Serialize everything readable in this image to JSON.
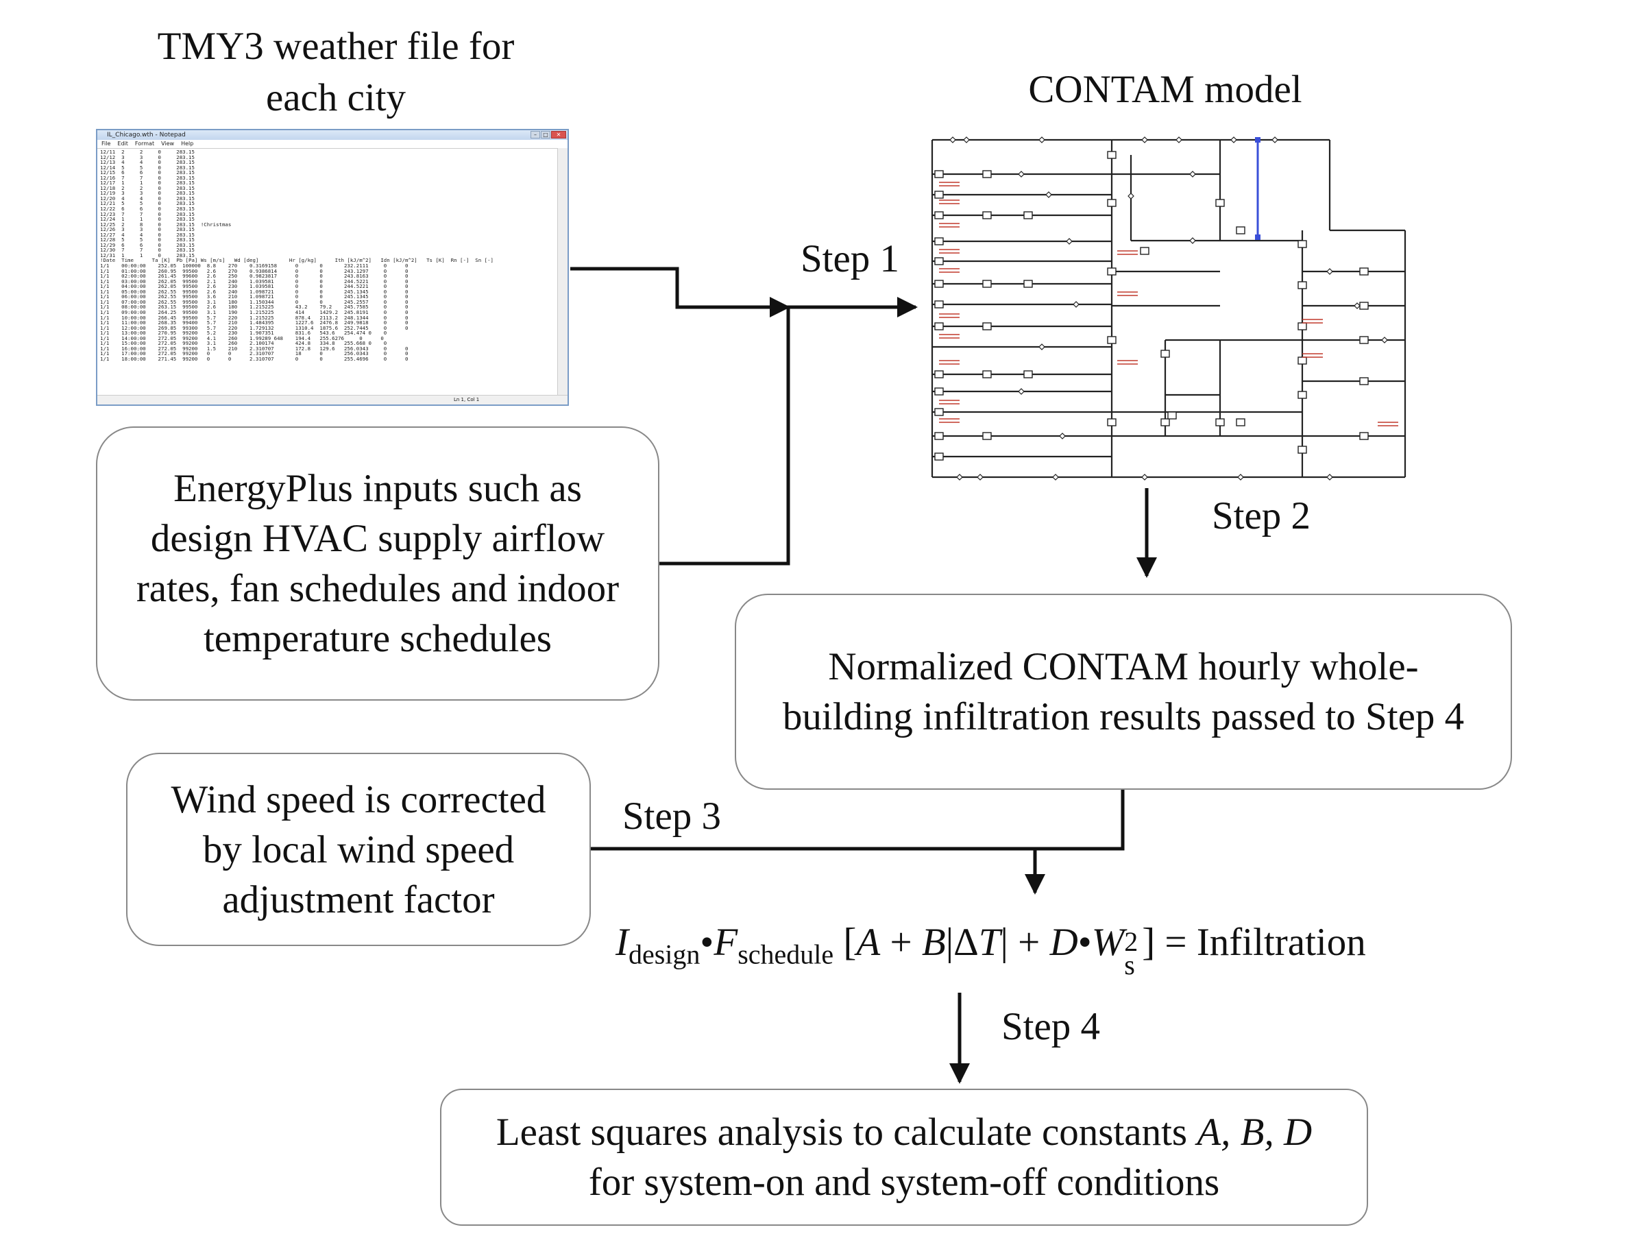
{
  "labels": {
    "tmy3_title_line1": "TMY3 weather file for",
    "tmy3_title_line2": "each city",
    "contam_title": "CONTAM model",
    "step1": "Step 1",
    "step2": "Step 2",
    "step3": "Step 3",
    "step4": "Step 4"
  },
  "notepad": {
    "title": "IL_Chicago.wth - Notepad",
    "menu": [
      "File",
      "Edit",
      "Format",
      "View",
      "Help"
    ],
    "status": "Ln 1, Col 1",
    "lines": [
      "12/11  2     2     0     283.15",
      "12/12  3     3     0     283.15",
      "12/13  4     4     0     283.15",
      "12/14  5     5     0     283.15",
      "12/15  6     6     0     283.15",
      "12/16  7     7     0     283.15",
      "12/17  1     1     0     283.15",
      "12/18  2     2     0     283.15",
      "12/19  3     3     0     283.15",
      "12/20  4     4     0     283.15",
      "12/21  5     5     0     283.15",
      "12/22  6     6     0     283.15",
      "12/23  7     7     0     283.15",
      "12/24  1     1     0     283.15",
      "12/25  2     8     0     283.15  !Christmas",
      "12/26  3     3     0     283.15",
      "12/27  4     4     0     283.15",
      "12/28  5     5     0     283.15",
      "12/29  6     6     0     283.15",
      "12/30  7     7     0     283.15",
      "12/31  1     1     0     283.15",
      "!Date  Time      Ta [K]  Pb [Pa] Ws [m/s]   Wd [deg]          Hr [g/kg]      Ith [kJ/m^2]   Idn [kJ/m^2]   Ts [K]  Rn [-]  Sn [-]",
      "1/1    00:00:00    252.05  100000  8.8    270    0.3169158      0       0       232.2111     0      0",
      "1/1    01:00:00    260.95  99500   2.6    270    0.9386814      0       0       243.1297     0      0",
      "1/1    02:00:00    261.45  99600   2.6    250    0.9823817      0       0       243.8163     0      0",
      "1/1    03:00:00    262.05  99500   2.1    240    1.039581       0       0       244.5221     0      0",
      "1/1    04:00:00    262.05  99500   2.6    230    1.039581       0       0       244.5221     0      0",
      "1/1    05:00:00    262.55  99500   2.6    240    1.098721       0       0       245.1345     0      0",
      "1/1    06:00:00    262.55  99500   3.6    210    1.098721       0       0       245.1345     0      0",
      "1/1    07:00:00    262.55  99500   3.1    180    1.150344       0       0       245.2557     0      0",
      "1/1    08:00:00    263.15  99500   2.6    180    1.215225       43.2    79.2    245.7585     0      0",
      "1/1    09:00:00    264.25  99500   3.1    190    1.215225       414     1429.2  245.8191     0      0",
      "1/1    10:00:00    266.45  99500   5.7    220    1.215225       878.4   2113.2  248.1344     0      0",
      "1/1    11:00:00    268.35  99400   5.7    210    1.484395       1227.6  2476.8  249.9818     0      0",
      "1/1    12:00:00    269.85  99300   5.7    220    1.729132       1310.4  1875.6  252.7445     0      0",
      "1/1    13:00:00    270.95  99200   5.2    230    1.907351       831.6   543.6   254.474 0    0",
      "1/1    14:00:00    272.05  99200   4.1    260    1.99289 648    194.4   255.6276     0      0",
      "1/1    15:00:00    272.05  99200   3.1    260    2.100174       424.8   334.8   255.668 0    0",
      "1/1    16:00:00    272.05  99200   1.5    210    2.310707       172.8   129.6   256.0343     0      0",
      "1/1    17:00:00    272.05  99200   0      0      2.310707       18      0       256.0343     0      0",
      "1/1    18:00:00    271.45  99200   0      0      2.310707       0       0       255.4696     0      0"
    ]
  },
  "boxes": {
    "energyplus": [
      "EnergyPlus inputs such as",
      "design HVAC supply airflow",
      "rates, fan schedules and indoor",
      "temperature schedules"
    ],
    "normalized": [
      "Normalized CONTAM hourly whole-",
      "building infiltration results passed to Step 4"
    ],
    "wind": [
      "Wind speed is corrected",
      "by local wind speed",
      "adjustment factor"
    ],
    "least_squares": {
      "line1_prefix": "Least squares analysis to calculate constants",
      "line1_constants": "A, B, D",
      "line2": "for system-on and system-off conditions"
    }
  },
  "equation": {
    "I": "I",
    "I_sub": "design",
    "dot1": "•",
    "F": "F",
    "F_sub": "schedule",
    "open": "[",
    "A": "A",
    "plus1": " + ",
    "B": "B",
    "bar1": "|Δ",
    "T": "T",
    "bar2": "|",
    "plus2": " + ",
    "D": "D",
    "dot2": "•",
    "W": "W",
    "W_sub": "s",
    "W_sup": "2",
    "close": "] = Infiltration"
  },
  "colors": {
    "line": "#111111",
    "box_border": "#888888",
    "contam_line": "#222222",
    "contam_red": "#c0392b",
    "contam_blue": "#3a4fd8"
  }
}
